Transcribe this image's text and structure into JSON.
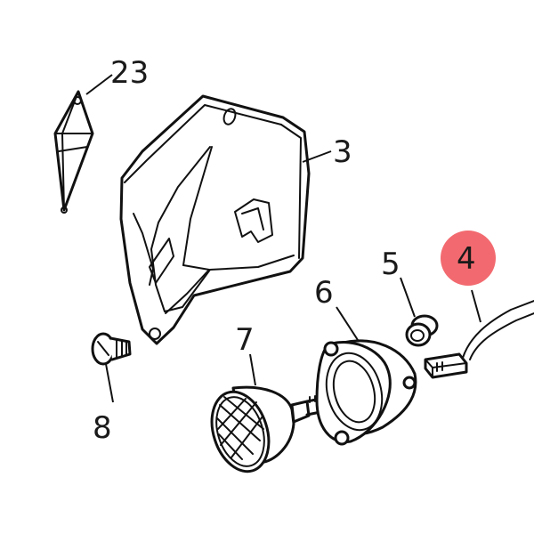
{
  "diagram": {
    "labels": {
      "p23": "23",
      "p3": "3",
      "p4": "4",
      "p5": "5",
      "p6": "6",
      "p7": "7",
      "p8": "8"
    },
    "highlight_color": "#f26a6f",
    "line_color": "#111111"
  }
}
